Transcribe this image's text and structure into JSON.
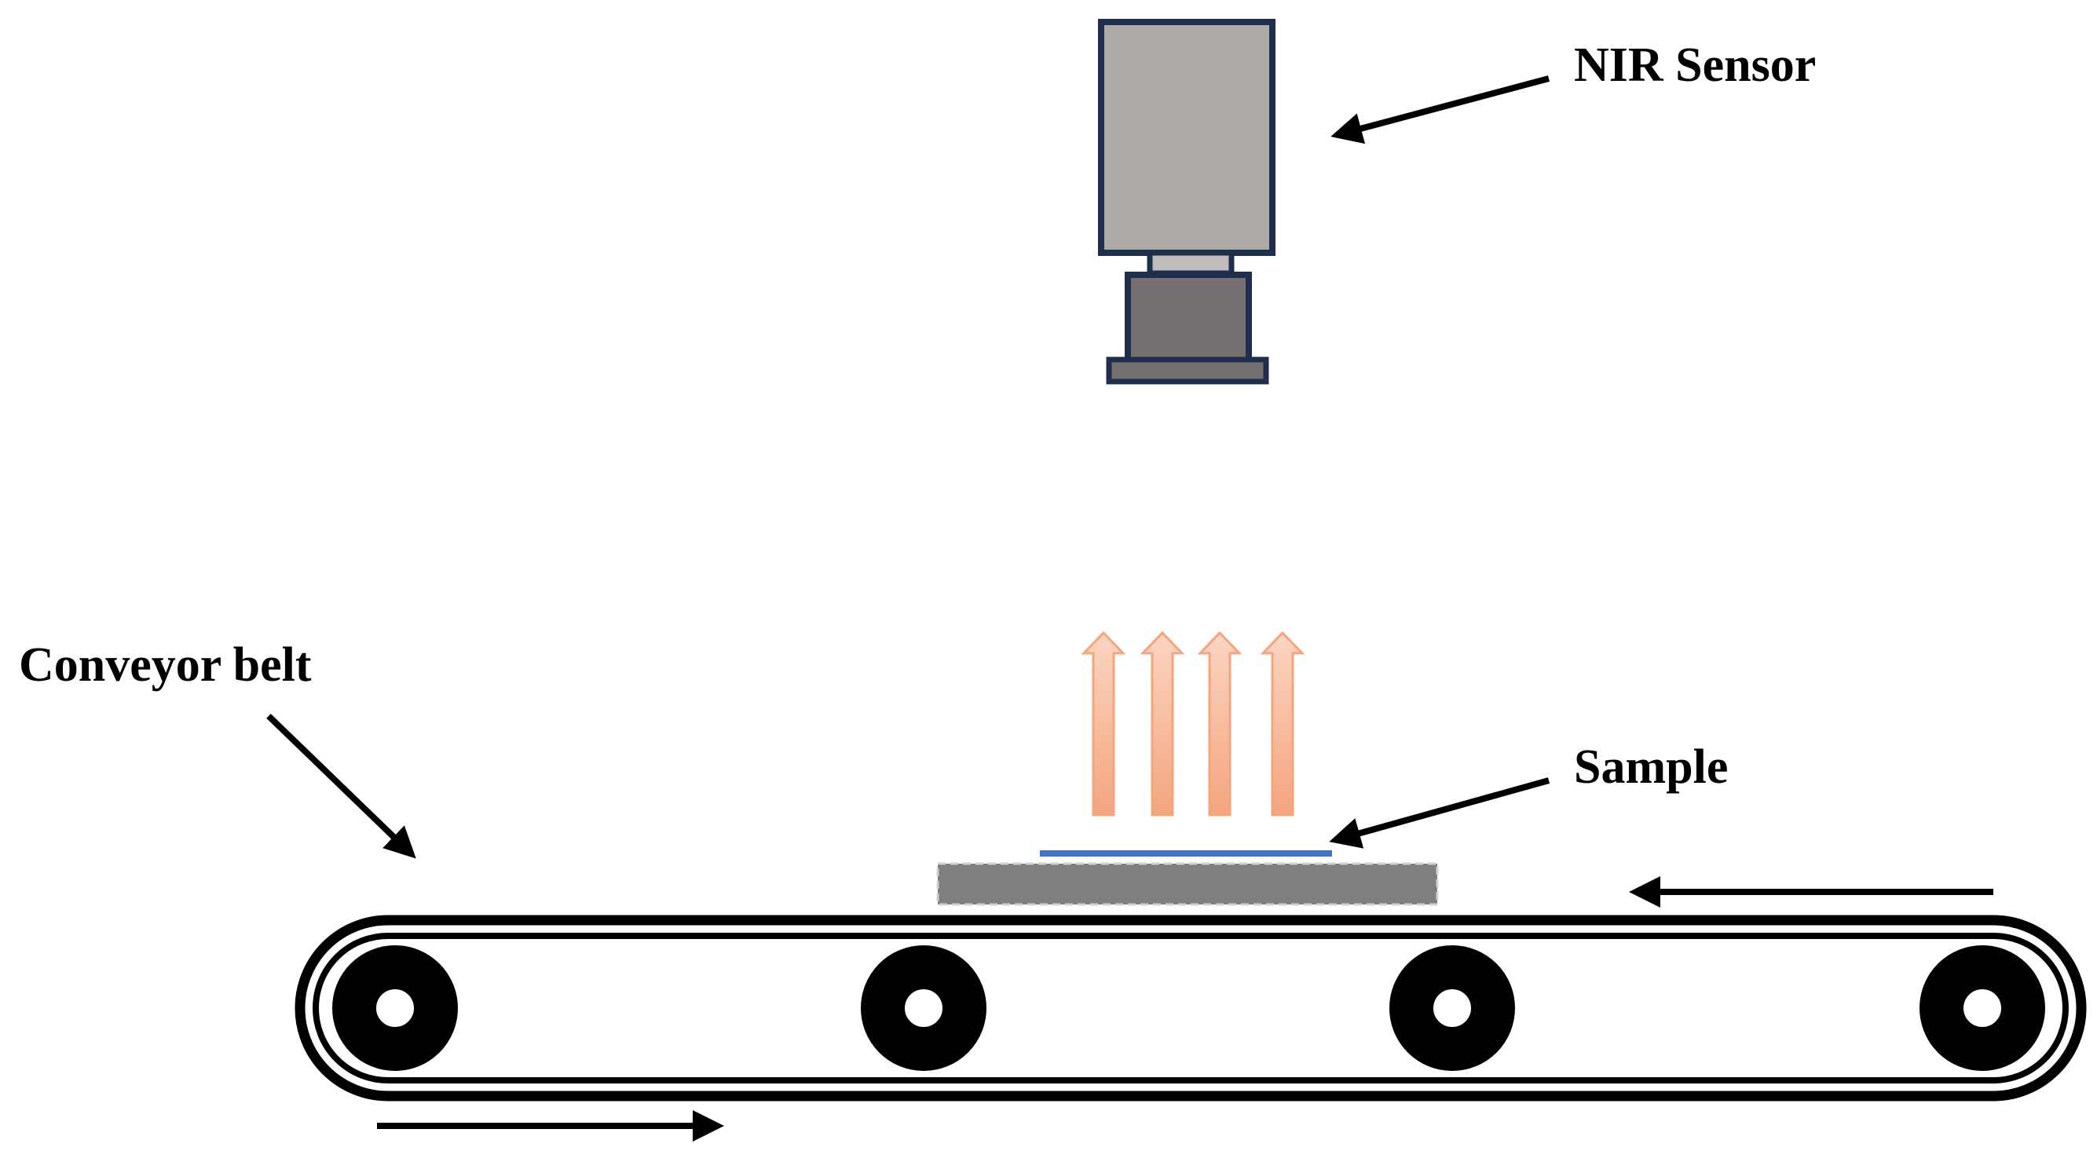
{
  "labels": {
    "nir_sensor": "NIR Sensor",
    "sample": "Sample",
    "conveyor_belt": "Conveyor belt"
  },
  "colors": {
    "sensor_body": "#ada9a7",
    "sensor_lens": "#767170",
    "sensor_outline": "#1f2e4d",
    "nir_arrows": "#f4a57e",
    "sample_strip": "#4472c4",
    "sample_tray": "#7f7f7f",
    "belt": "#000000"
  },
  "icons": {
    "sensor": "nir-sensor-icon",
    "radiation": "nir-radiation-arrows-icon",
    "direction": "direction-arrow-icon",
    "roller": "roller-icon"
  }
}
